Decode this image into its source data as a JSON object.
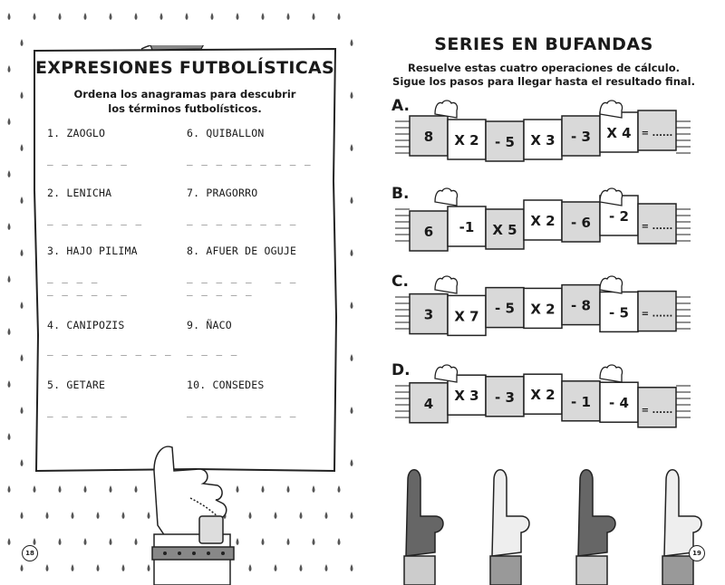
{
  "left": {
    "title": "EXPRESIONES FUTBOLÍSTICAS",
    "subtitle_line1": "Ordena los anagramas para descubrir",
    "subtitle_line2": "los términos futbolísticos.",
    "items": [
      {
        "label": "1. ZAOGLO",
        "blanks": "_ _ _ _ _ _"
      },
      {
        "label": "6. QUIBALLON",
        "blanks": "_ _ _ _ _ _ _ _ _"
      },
      {
        "label": "2. LENICHA",
        "blanks": "_ _ _ _ _ _ _"
      },
      {
        "label": "7. PRAGORRO",
        "blanks": "_ _ _ _ _ _ _ _"
      },
      {
        "label": "3. HAJO PILIMA",
        "blanks": "_ _ _ _\n_ _ _ _ _ _"
      },
      {
        "label": "8. AFUER DE OGUJE",
        "blanks": "_ _ _ _ _   _ _\n_ _ _ _ _"
      },
      {
        "label": "4. CANIPOZIS",
        "blanks": "_ _ _ _ _ _ _ _ _"
      },
      {
        "label": "9. ÑACO",
        "blanks": "_ _ _ _"
      },
      {
        "label": "5. GETARE",
        "blanks": "_ _ _ _ _ _"
      },
      {
        "label": "10. CONSEDES",
        "blanks": "_ _ _ _ _ _ _ _"
      }
    ],
    "page_number": "18"
  },
  "right": {
    "title": "SERIES EN BUFANDAS",
    "subtitle_line1": "Resuelve estas cuatro operaciones de cálculo.",
    "subtitle_line2": "Sigue los pasos para llegar hasta el resultado final.",
    "scarves": [
      {
        "letter": "A.",
        "cells": [
          "8",
          "X 2",
          "- 5",
          "X 3",
          "- 3",
          "X 4",
          "= ......"
        ]
      },
      {
        "letter": "B.",
        "cells": [
          "6",
          "-1",
          "X 5",
          "X 2",
          "- 6",
          "- 2",
          "= ......"
        ]
      },
      {
        "letter": "C.",
        "cells": [
          "3",
          "X 7",
          "- 5",
          "X 2",
          "- 8",
          "- 5",
          "= ......"
        ]
      },
      {
        "letter": "D.",
        "cells": [
          "4",
          "X 3",
          "- 3",
          "X 2",
          "- 1",
          "- 4",
          "= ......"
        ]
      }
    ],
    "page_number": "19"
  }
}
